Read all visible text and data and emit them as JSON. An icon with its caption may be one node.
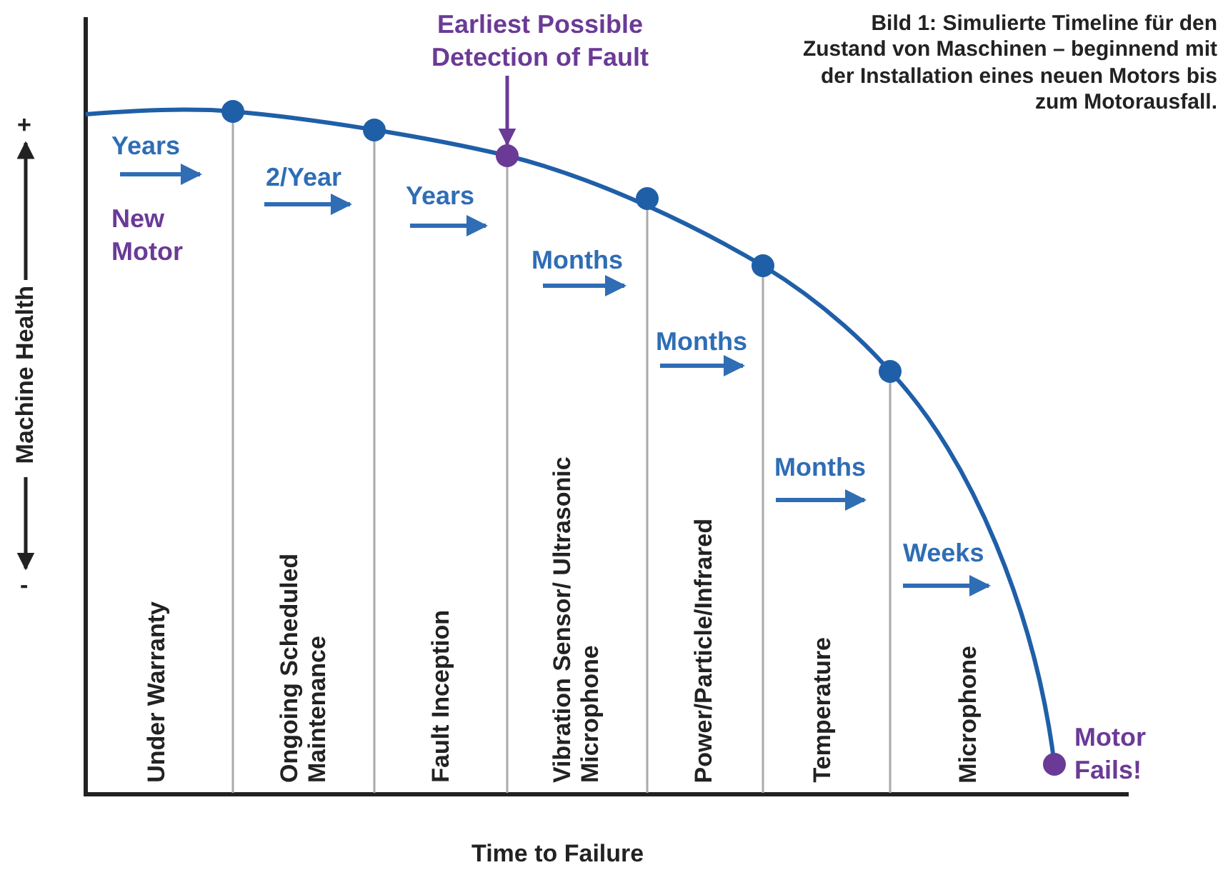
{
  "diagram": {
    "caption": "Bild 1: Simulierte Timeline für den Zustand von Maschinen – beginnend mit der Installation eines neuen Motors bis zum Motorausfall.",
    "nodes": [
      {
        "text": [
          "Earliest Possible Detection of Fault"
        ]
      },
      {
        "text": [],
        "shape": "circle"
      }
    ],
    "edges": [
      {
        "from": 0,
        "to": 1,
        "arrow": "to"
      }
    ],
    "labels": [
      "+",
      "Machine Health",
      "-",
      "Years",
      "New Motor",
      "2/Year",
      "Years",
      "Months",
      "Months",
      "Months",
      "Weeks",
      "Motor Fails!",
      "Under Warranty",
      "Ongoing Scheduled Maintenance",
      "Fault Inception",
      "Vibration Sensor/ Ultrasonic Microphone",
      "Power/Particle/Infrared",
      "Temperature",
      "Microphone",
      "Time to Failure"
    ]
  }
}
